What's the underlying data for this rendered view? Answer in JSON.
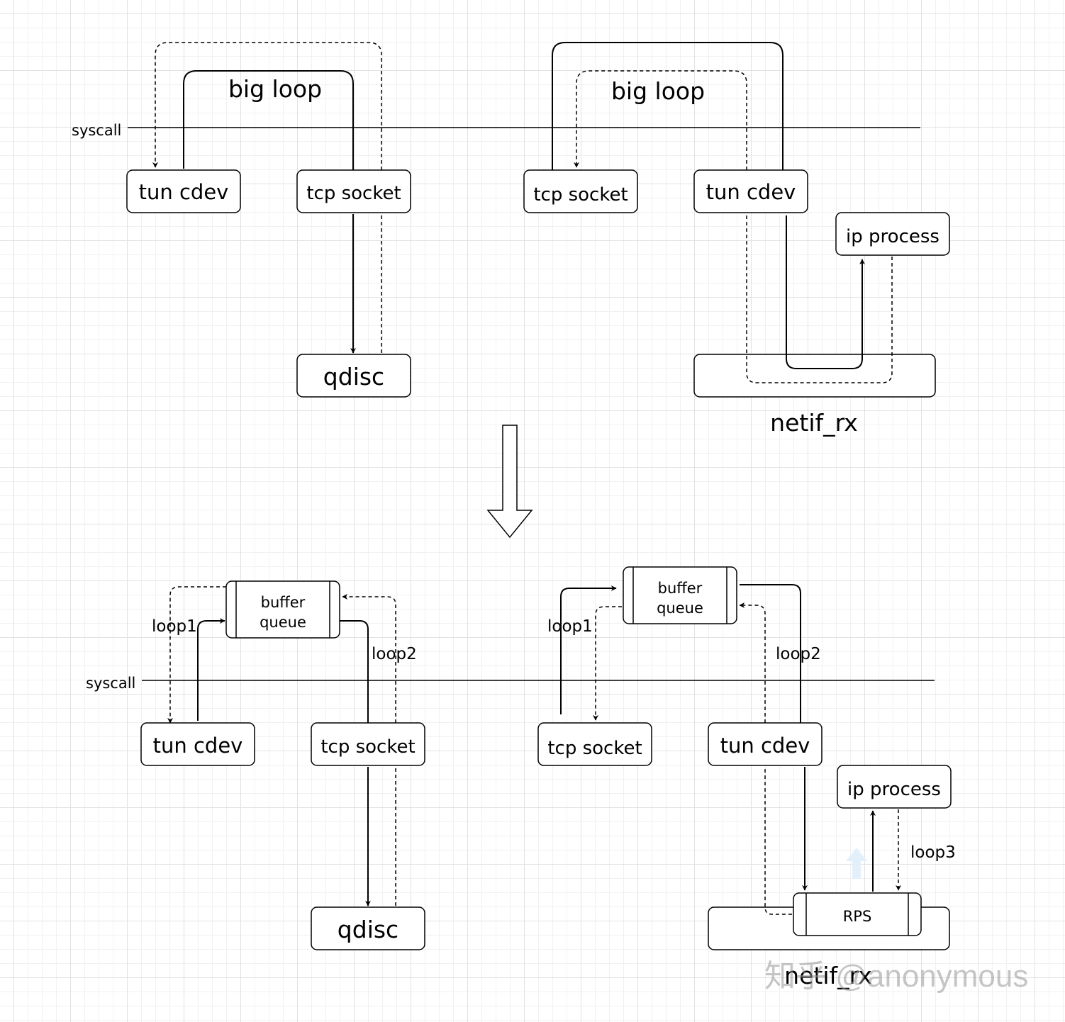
{
  "top": {
    "left": {
      "syscall": "syscall",
      "big_loop": "big loop",
      "tun_cdev": "tun cdev",
      "tcp_socket": "tcp socket",
      "qdisc": "qdisc"
    },
    "right": {
      "big_loop": "big loop",
      "tcp_socket": "tcp socket",
      "tun_cdev": "tun cdev",
      "ip_process": "ip process",
      "netif_rx": "netif_rx"
    }
  },
  "bottom": {
    "left": {
      "syscall": "syscall",
      "buffer_line1": "buffer",
      "buffer_line2": "queue",
      "loop1": "loop1",
      "loop2": "loop2",
      "tun_cdev": "tun cdev",
      "tcp_socket": "tcp socket",
      "qdisc": "qdisc"
    },
    "right": {
      "buffer_line1": "buffer",
      "buffer_line2": "queue",
      "loop1": "loop1",
      "loop2": "loop2",
      "loop3": "loop3",
      "tcp_socket": "tcp socket",
      "tun_cdev": "tun cdev",
      "ip_process": "ip process",
      "rps": "RPS",
      "netif_rx": "netif_rx"
    }
  },
  "watermark": "知乎 @anonymous"
}
